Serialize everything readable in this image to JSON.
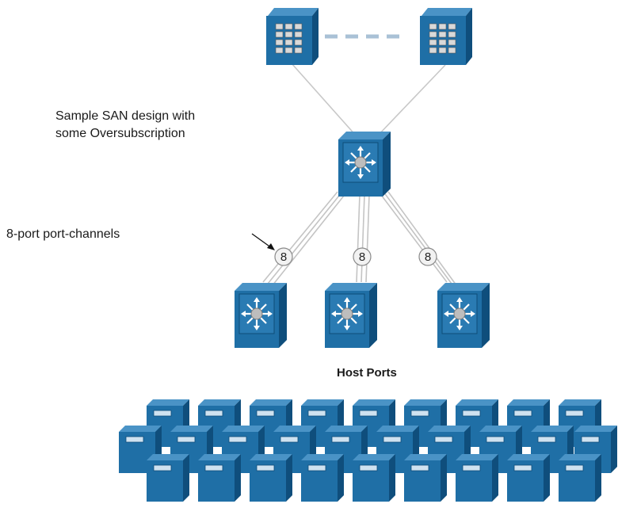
{
  "caption": {
    "line1": "Sample SAN design with",
    "line2": "some Oversubscription"
  },
  "port_channel_label": "8-port port-channels",
  "host_ports_label": "Host Ports",
  "port_channel_badges": [
    "8",
    "8",
    "8"
  ],
  "colors": {
    "device_front": "#1f6fa6",
    "device_side": "#0f4e7c",
    "device_top": "#4a93c6",
    "link": "#c8c8c8",
    "dash": "#a9c1d6"
  }
}
